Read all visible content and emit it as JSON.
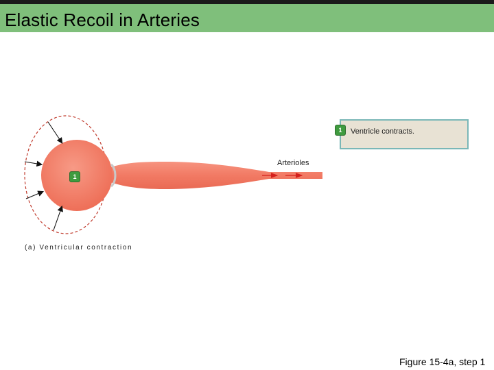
{
  "title": "Elastic Recoil in Arteries",
  "step": {
    "number": "1",
    "text": "Ventricle contracts."
  },
  "labels": {
    "arterioles": "Arterioles",
    "caption": "(a) Ventricular contraction",
    "figure": "Figure 15-4a, step 1"
  },
  "colors": {
    "title_bar": "#7fbf7b",
    "vessel": "#f27a64",
    "arrow": "#d4201c",
    "dashed_outline": "#c0392b",
    "step_box_bg": "#e8e2d4",
    "step_box_border": "#7ab7b7",
    "badge": "#3f9b3f"
  }
}
